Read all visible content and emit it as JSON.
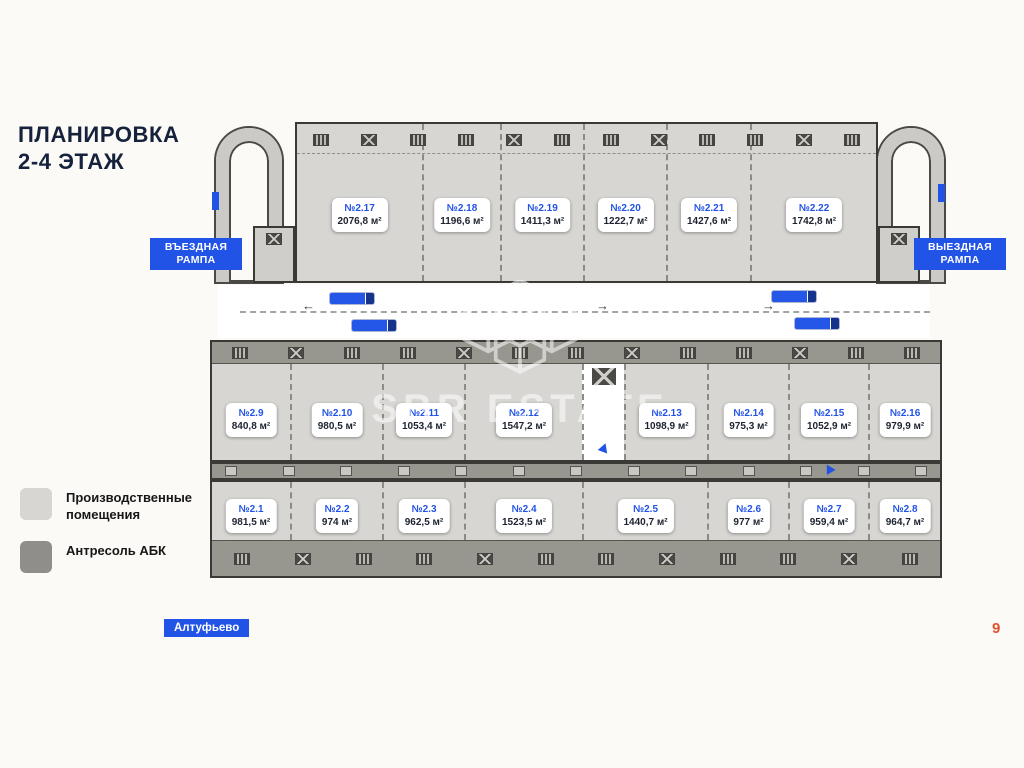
{
  "page": {
    "title": [
      "ПЛАНИРОВКА",
      "2-4 ЭТАЖ"
    ],
    "page_number": "9",
    "watermark_text": "SBR ESTATE"
  },
  "ramps": {
    "entry": [
      "ВЪЕЗДНАЯ",
      "РАМПА"
    ],
    "exit": [
      "ВЫЕЗДНАЯ",
      "РАМПА"
    ]
  },
  "legend": {
    "items": [
      {
        "label": "Производственные помещения",
        "color": "#d7d6d3"
      },
      {
        "label": "Антресоль АБК",
        "color": "#8f8e8a"
      }
    ]
  },
  "footer": {
    "metro": "Алтуфьево"
  },
  "units": {
    "top_row": [
      {
        "number": "№2.17",
        "area": "2076,8 м²"
      },
      {
        "number": "№2.18",
        "area": "1196,6 м²"
      },
      {
        "number": "№2.19",
        "area": "1411,3 м²"
      },
      {
        "number": "№2.20",
        "area": "1222,7 м²"
      },
      {
        "number": "№2.21",
        "area": "1427,6 м²"
      },
      {
        "number": "№2.22",
        "area": "1742,8 м²"
      }
    ],
    "middle_row": [
      {
        "number": "№2.9",
        "area": "840,8 м²"
      },
      {
        "number": "№2.10",
        "area": "980,5 м²"
      },
      {
        "number": "№2.11",
        "area": "1053,4 м²"
      },
      {
        "number": "№2.12",
        "area": "1547,2 м²"
      },
      {
        "number": "№2.13",
        "area": "1098,9 м²"
      },
      {
        "number": "№2.14",
        "area": "975,3 м²"
      },
      {
        "number": "№2.15",
        "area": "1052,9 м²"
      },
      {
        "number": "№2.16",
        "area": "979,9 м²"
      }
    ],
    "bottom_row": [
      {
        "number": "№2.1",
        "area": "981,5 м²"
      },
      {
        "number": "№2.2",
        "area": "974 м²"
      },
      {
        "number": "№2.3",
        "area": "962,5 м²"
      },
      {
        "number": "№2.4",
        "area": "1523,5 м²"
      },
      {
        "number": "№2.5",
        "area": "1440,7 м²"
      },
      {
        "number": "№2.6",
        "area": "977 м²"
      },
      {
        "number": "№2.7",
        "area": "959,4 м²"
      },
      {
        "number": "№2.8",
        "area": "964,7 м²"
      }
    ]
  },
  "icons": {
    "truck": "blue-truck-rect",
    "stairs": "striped-rect",
    "elevator": "crossed-box",
    "direction_arrow": "→"
  },
  "colors": {
    "accent_blue": "#2153e6",
    "page_number_orange": "#e4512c",
    "production_fill": "#d7d6d3",
    "mezzanine_fill": "#8f8e8a",
    "title_navy": "#16223c"
  }
}
